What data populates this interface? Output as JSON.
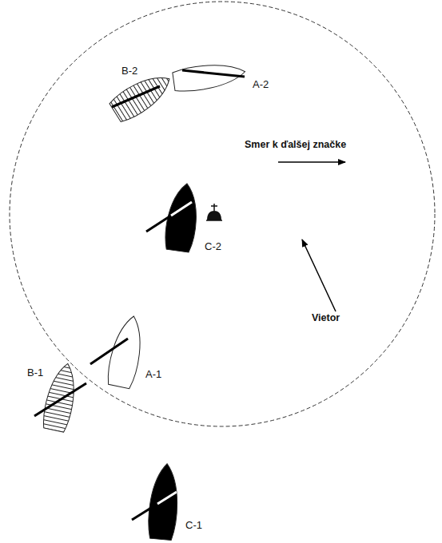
{
  "diagram": {
    "labels": [
      "B-2",
      "A-2",
      "Smer k ďalšej značke",
      "C-2",
      "Vietor",
      "A-1",
      "B-1",
      "C-1"
    ]
  }
}
